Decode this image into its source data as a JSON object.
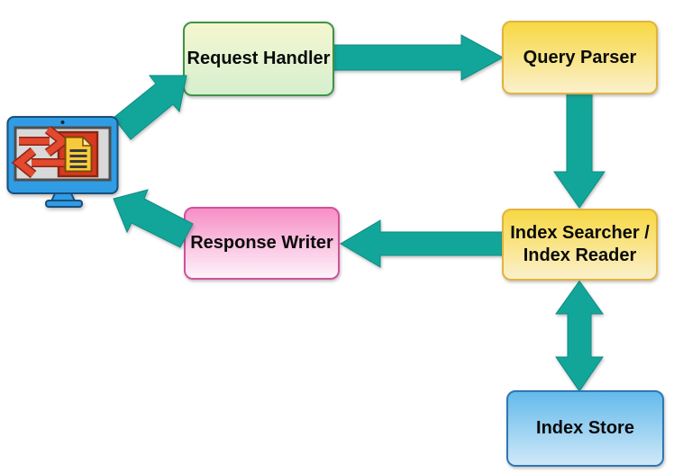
{
  "diagram": {
    "type": "flow-diagram",
    "nodes": {
      "client": {
        "icon": "computer-monitor-request-response-icon",
        "label": ""
      },
      "request_handler": {
        "label": "Request Handler"
      },
      "query_parser": {
        "label": "Query Parser"
      },
      "index_searcher": {
        "label_line1": "Index Searcher /",
        "label_line2": "Index Reader"
      },
      "response_writer": {
        "label": "Response Writer"
      },
      "index_store": {
        "label": "Index Store"
      }
    },
    "edges": [
      {
        "from": "client",
        "to": "request_handler",
        "bidirectional": false
      },
      {
        "from": "request_handler",
        "to": "query_parser",
        "bidirectional": false
      },
      {
        "from": "query_parser",
        "to": "index_searcher",
        "bidirectional": false
      },
      {
        "from": "index_searcher",
        "to": "response_writer",
        "bidirectional": false
      },
      {
        "from": "response_writer",
        "to": "client",
        "bidirectional": false
      },
      {
        "from": "index_searcher",
        "to": "index_store",
        "bidirectional": true
      }
    ]
  },
  "colors": {
    "canvas_bg": "#FFFFFF",
    "arrow_fill": "#12A69A",
    "arrow_stroke": "#0E8C82",
    "request_handler_top": "#F4F7D0",
    "request_handler_bottom": "#D6EFCF",
    "request_handler_border": "#3E9444",
    "parser_top": "#F7D843",
    "parser_bottom": "#FBF0CC",
    "parser_border": "#E2B33C",
    "response_top": "#F78FC6",
    "response_bottom": "#FDF3FA",
    "response_border": "#D1519C",
    "store_top": "#63BAEB",
    "store_bottom": "#D0E8F8",
    "store_border": "#2E77B5",
    "text": "#0A0A0A",
    "monitor_blue": "#2F9CE4",
    "monitor_outline": "#1A4E7A",
    "screen_gray": "#D9D9D9",
    "panel_red": "#D63A20",
    "doc_yellow": "#F8C93A",
    "icon_arrow_red": "#E2492F",
    "icon_arrow_outline": "#8C2413"
  }
}
